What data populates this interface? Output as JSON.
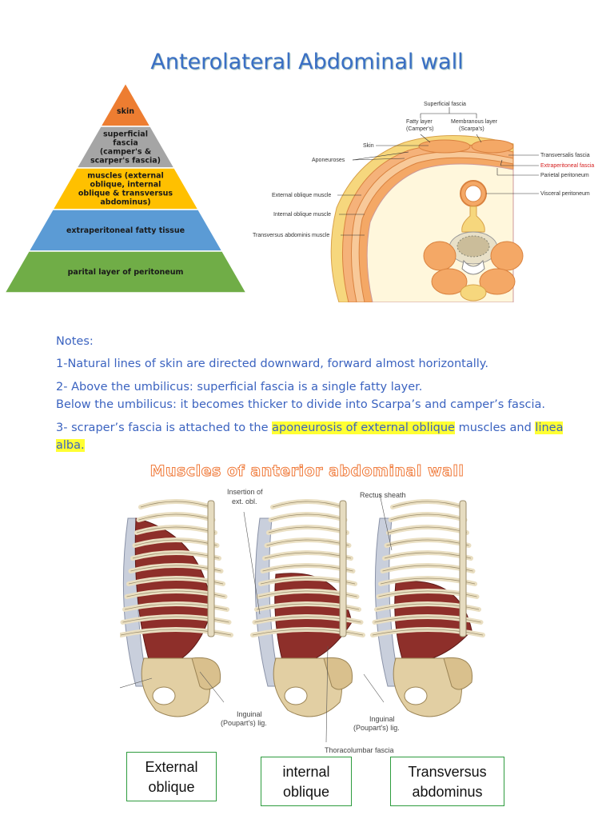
{
  "title": "Anterolateral Abdominal wall",
  "pyramid": {
    "layers": [
      {
        "label": [
          "skin"
        ],
        "color": "#ed7d31"
      },
      {
        "label": [
          "superficial",
          "fascia",
          "(camper's &",
          "scarper's fascia)"
        ],
        "color": "#a5a5a5"
      },
      {
        "label": [
          "muscles (external",
          "oblique, internal",
          "oblique & transversus",
          "abdominus)"
        ],
        "color": "#ffc000"
      },
      {
        "label": [
          "extraperitoneal fatty tissue"
        ],
        "color": "#5b9bd5"
      },
      {
        "label": [
          "parital layer of peritoneum"
        ],
        "color": "#70ad47"
      }
    ]
  },
  "cross_section": {
    "superficial_fascia": "Superficial fascia",
    "fatty_layer": "Fatty layer",
    "fatty_layer_sub": "(Camper's)",
    "membranous_layer": "Membranous layer",
    "membranous_layer_sub": "(Scarpa's)",
    "skin": "Skin",
    "aponeuroses": "Aponeuroses",
    "transversalis_fascia": "Transversalis fascia",
    "extraperitoneal_fascia": "Extraperitoneal fascia",
    "parietal_peritoneum": "Parietal peritoneum",
    "visceral_peritoneum": "Visceral peritoneum",
    "external_oblique": "External oblique muscle",
    "internal_oblique": "Internal oblique muscle",
    "transversus_abdominis": "Transversus abdominis muscle"
  },
  "notes": {
    "heading": "Notes:",
    "note1": "1-Natural lines of skin are directed downward, forward almost horizontally.",
    "note2a": "2- Above the umbilicus: superficial fascia is a single fatty layer.",
    "note2b": "Below the umbilicus: it becomes thicker to divide into Scarpa’s and camper’s fascia.",
    "note3_pre": "3- scraper’s fascia is attached to the ",
    "note3_hl1": "aponeurosis of external oblique",
    "note3_mid": " muscles and ",
    "note3_hl2a": "linea",
    "note3_hl2b": "alba."
  },
  "muscles_title": "Muscles of anterior abdominal wall",
  "figure_labels": {
    "insertion1": "Insertion of",
    "insertion2": "ext. obl.",
    "rectus_sheath": "Rectus sheath",
    "inguinal1a": "Inguinal",
    "inguinal1b": "(Poupart's) lig.",
    "inguinal2a": "Inguinal",
    "inguinal2b": "(Poupart's) lig.",
    "thoracolumbar": "Thoracolumbar fascia"
  },
  "muscle_boxes": [
    {
      "line1": "External",
      "line2": "oblique"
    },
    {
      "line1": "internal",
      "line2": "oblique"
    },
    {
      "line1": "Transversus",
      "line2": "abdominus"
    }
  ]
}
